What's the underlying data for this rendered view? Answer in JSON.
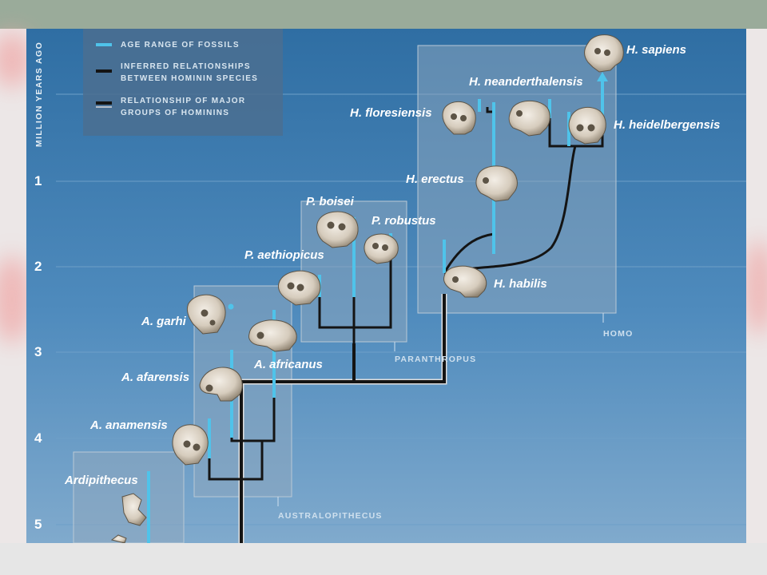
{
  "legend": {
    "items": [
      {
        "id": "age",
        "line1": "AGE RANGE OF FOSSILS",
        "line2": ""
      },
      {
        "id": "inferred",
        "line1": "INFERRED RELATIONSHIPS",
        "line2": "BETWEEN HOMININ SPECIES"
      },
      {
        "id": "major",
        "line1": "RELATIONSHIP OF MAJOR",
        "line2": "GROUPS OF HOMININS"
      }
    ]
  },
  "axis": {
    "label": "MILLION YEARS AGO",
    "ticks": [
      "1",
      "2",
      "3",
      "4",
      "5"
    ]
  },
  "groups": {
    "ardipithecus": "Ardipithecus",
    "australopithecus": "AUSTRALOPITHECUS",
    "paranthropus": "PARANTHROPUS",
    "homo": "HOMO"
  },
  "species": {
    "a_anamensis": "A. anamensis",
    "a_afarensis": "A. afarensis",
    "a_garhi": "A. garhi",
    "a_africanus": "A. africanus",
    "p_aethiopicus": "P. aethiopicus",
    "p_boisei": "P. boisei",
    "p_robustus": "P. robustus",
    "h_habilis": "H. habilis",
    "h_erectus": "H. erectus",
    "h_floresiensis": "H. floresiensis",
    "h_neanderthalensis": "H. neanderthalensis",
    "h_heidelbergensis": "H. heidelbergensis",
    "h_sapiens": "H. sapiens"
  },
  "colors": {
    "panel_top": "#2f6ea3",
    "panel_bottom": "#7fa9cc",
    "fossil_range": "#4fc3ea",
    "inferred_line": "#141414",
    "group_box": "#8fa8bd",
    "gridline": "#6e9fc8"
  }
}
